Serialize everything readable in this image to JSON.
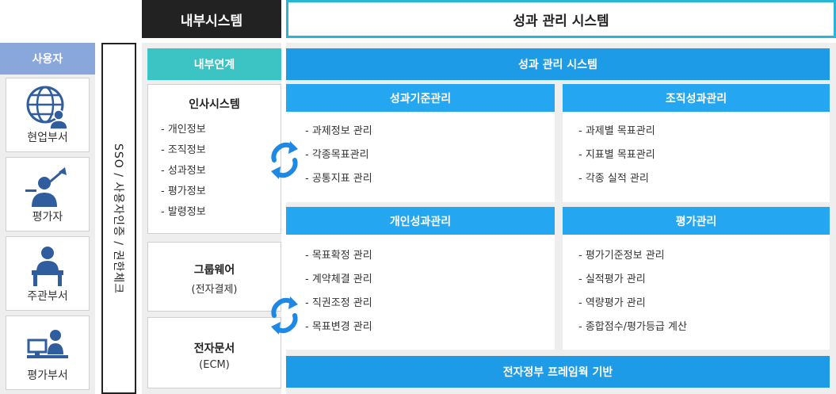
{
  "headers": {
    "internal_system": "내부시스템",
    "performance_system": "성과 관리 시스템"
  },
  "users": {
    "title": "사용자",
    "items": [
      {
        "label": "현업부서",
        "icon": "globe-user-icon"
      },
      {
        "label": "평가자",
        "icon": "presenter-arrow-icon"
      },
      {
        "label": "주관부서",
        "icon": "desk-person-icon"
      },
      {
        "label": "평가부서",
        "icon": "computer-user-icon"
      }
    ]
  },
  "sso_label": "SSO / 사용자인증 / 권한체크",
  "internal": {
    "header": "내부연계",
    "hr_system": {
      "title": "인사시스템",
      "items": [
        "- 개인정보",
        "- 조직정보",
        "- 성과정보",
        "- 평가정보",
        "- 발령정보"
      ]
    },
    "groupware": {
      "title": "그룹웨어",
      "subtitle": "(전자결제)"
    },
    "edoc": {
      "title": "전자문서",
      "subtitle": "(ECM)"
    }
  },
  "performance": {
    "header": "성과 관리 시스템",
    "panels": [
      {
        "title": "성과기준관리",
        "items": [
          "- 과제정보 관리",
          "- 각종목표관리",
          "- 공통지표 관리"
        ]
      },
      {
        "title": "조직성과관리",
        "items": [
          "- 과제별 목표관리",
          "- 지표별 목표관리",
          "- 각종 실적 관리"
        ]
      },
      {
        "title": "개인성과관리",
        "items": [
          "- 목표확정 관리",
          "- 계약체결 관리",
          "- 직권조정 관리",
          "- 목표변경 관리"
        ]
      },
      {
        "title": "평가관리",
        "items": [
          "- 평가기준정보 관리",
          "- 실적평가 관리",
          "- 역량평가 관리",
          "- 종합점수/평가등급 계산"
        ]
      }
    ],
    "footer": "전자정부 프레임웍 기반"
  },
  "colors": {
    "dark_header": "#222222",
    "outline_accent": "#29b6d6",
    "users_title": "#8aa7dc",
    "teal": "#3cc3c3",
    "blue": "#1e9be6",
    "panel_blue": "#24a6f0"
  }
}
